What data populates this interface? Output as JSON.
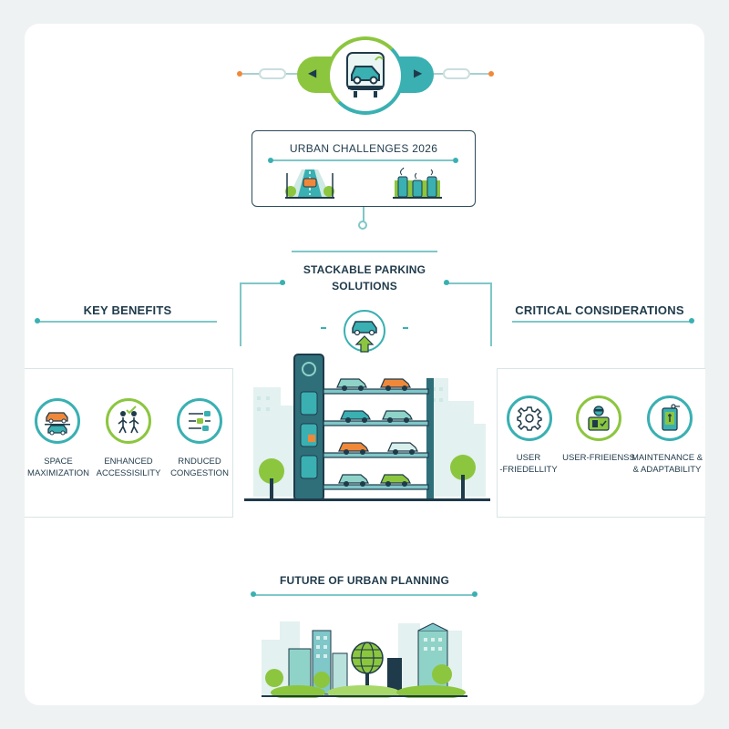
{
  "top_emblem": {
    "left_arrow": "◀",
    "right_arrow": "▶",
    "icon": "car-on-platform-icon"
  },
  "urban_challenges": {
    "title": "URBAN CHALLENGES 2026",
    "icons": [
      "road-traffic-icon",
      "polluted-factory-icon"
    ]
  },
  "center": {
    "title_line1": "STACKABLE PARKING",
    "title_line2": "SOLUTIONS",
    "lift_icon": "car-lift-up-arrow-icon",
    "building_icon": "stackable-parking-building-illustration"
  },
  "key_benefits": {
    "title": "KEY BENEFITS",
    "items": [
      {
        "label_line1": "SPACE",
        "label_line2": "MAXIMIZATION",
        "icon": "stacked-cars-icon"
      },
      {
        "label_line1": "ENHANCED",
        "label_line2": "ACCESSISILITY",
        "icon": "people-check-icon"
      },
      {
        "label_line1": "RNDUCED",
        "label_line2": "CONGESTION",
        "icon": "traffic-flow-icon"
      }
    ]
  },
  "critical_considerations": {
    "title": "CRITICAL CONSIDERATIONS",
    "items": [
      {
        "label_line1": "USER",
        "label_line2": "-FRIEDELLITY",
        "icon": "gear-icon"
      },
      {
        "label_line1": "USER-FRIEIENSS",
        "label_line2": "",
        "icon": "user-screen-icon"
      },
      {
        "label_line1": "MAINTENANCE &",
        "label_line2": "& ADAPTABILITY",
        "icon": "wrench-phone-icon"
      }
    ]
  },
  "future": {
    "title": "FUTURE OF URBAN PLANNING",
    "icon": "green-city-globe-illustration"
  },
  "colors": {
    "teal": "#3ab0b2",
    "green": "#8cc63f",
    "navy": "#1f3a4a",
    "orange": "#f0883a"
  }
}
